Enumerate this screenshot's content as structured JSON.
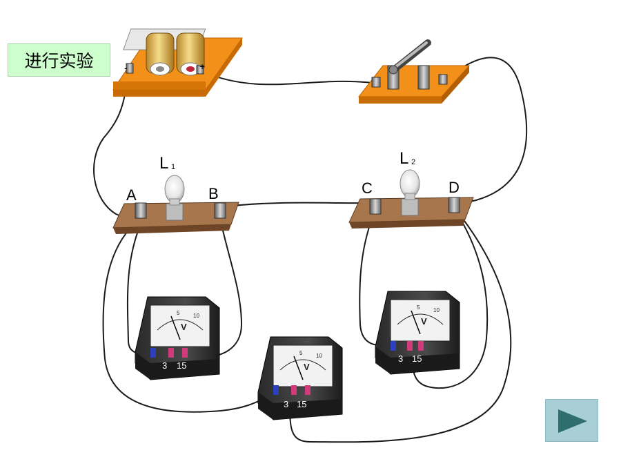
{
  "title": "进行实验",
  "battery": {
    "minus": "-",
    "plus": "+"
  },
  "lamps": [
    {
      "letter": "L",
      "sub": "1"
    },
    {
      "letter": "L",
      "sub": "2"
    }
  ],
  "points": {
    "a": "A",
    "b": "B",
    "c": "C",
    "d": "D"
  },
  "voltmeter": {
    "unit": "V",
    "term_3": "3",
    "term_15": "15"
  },
  "colors": {
    "board": "#f39019",
    "lamp_base": "#a8764d",
    "button": "#a9cfd6",
    "arrow": "#2f6e6e"
  },
  "icons": {
    "next": "play-arrow-icon"
  }
}
